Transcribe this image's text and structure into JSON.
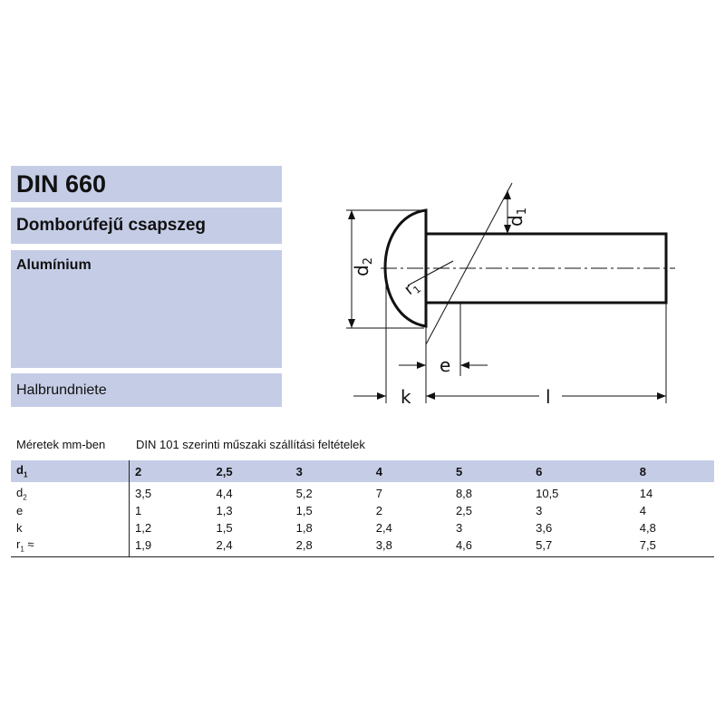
{
  "header": {
    "title": "DIN 660",
    "subtitle": "Domborúfejű csapszeg",
    "material": "Alumínium",
    "german_name": "Halbrundniete"
  },
  "drawing": {
    "labels": {
      "d1": "d",
      "d1_sub": "1",
      "d2": "d",
      "d2_sub": "2",
      "r1": "r",
      "r1_sub": "1",
      "e": "e",
      "k": "k",
      "l": "l"
    }
  },
  "spec": {
    "units_note": "Méretek mm-ben",
    "conditions_note": "DIN 101 szerinti műszaki szállítási feltételek",
    "header_row": {
      "label": "d",
      "label_sub": "1",
      "values": [
        "2",
        "2,5",
        "3",
        "4",
        "5",
        "6",
        "8"
      ]
    },
    "rows": [
      {
        "label": "d",
        "label_sub": "2",
        "suffix": "",
        "values": [
          "3,5",
          "4,4",
          "5,2",
          "7",
          "8,8",
          "10,5",
          "14"
        ]
      },
      {
        "label": "e",
        "label_sub": "",
        "suffix": "",
        "values": [
          "1",
          "1,3",
          "1,5",
          "2",
          "2,5",
          "3",
          "4"
        ]
      },
      {
        "label": "k",
        "label_sub": "",
        "suffix": "",
        "values": [
          "1,2",
          "1,5",
          "1,8",
          "2,4",
          "3",
          "3,6",
          "4,8"
        ]
      },
      {
        "label": "r",
        "label_sub": "1",
        "suffix": " ≈",
        "values": [
          "1,9",
          "2,4",
          "2,8",
          "3,8",
          "4,6",
          "5,7",
          "7,5"
        ]
      }
    ]
  }
}
